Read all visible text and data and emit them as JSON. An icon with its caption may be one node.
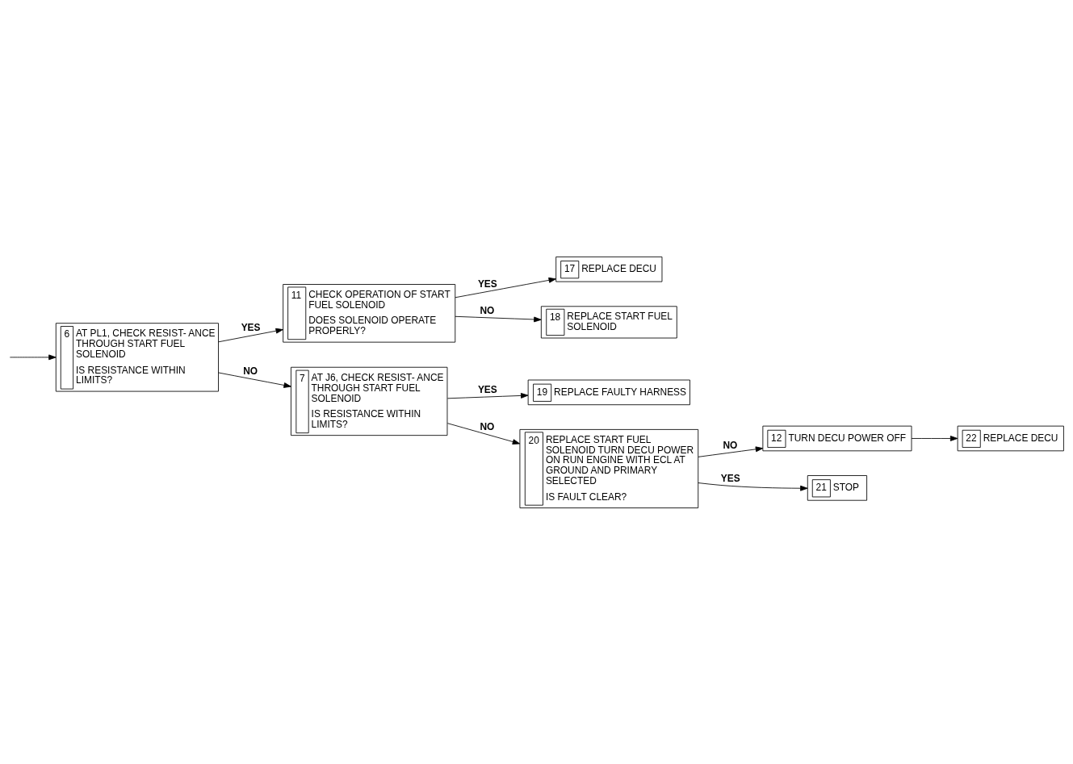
{
  "diagram": {
    "nodes": [
      {
        "text": [
          "6",
          "AT PL1, CHECK RESIST- ANCE THROUGH START FUEL SOLENOID",
          "IS RESISTANCE WITHIN LIMITS?"
        ]
      },
      {
        "text": [
          "11",
          "CHECK OPERATION OF START FUEL SOLENOID",
          "DOES SOLENOID OPERATE PROPERLY?"
        ]
      },
      {
        "text": [
          "17",
          "REPLACE DECU"
        ]
      },
      {
        "text": [
          "18",
          "REPLACE START FUEL SOLENOID"
        ]
      },
      {
        "text": [
          "7",
          "AT J6, CHECK RESIST- ANCE THROUGH START FUEL SOLENOID",
          "IS RESISTANCE WITHIN LIMITS?"
        ]
      },
      {
        "text": [
          "19",
          "REPLACE FAULTY HARNESS"
        ]
      },
      {
        "text": [
          "20",
          "REPLACE START FUEL SOLENOID TURN DECU POWER ON RUN ENGINE WITH ECL AT GROUND AND PRIMARY SELECTED",
          "IS FAULT CLEAR?"
        ]
      },
      {
        "text": [
          "12",
          "TURN DECU POWER OFF"
        ]
      },
      {
        "text": [
          "21",
          "STOP"
        ]
      },
      {
        "text": [
          "22",
          "REPLACE DECU"
        ]
      }
    ],
    "edges": [
      {
        "from": null,
        "to": 0,
        "arrow": "to"
      },
      {
        "from": 0,
        "to": 1,
        "arrow": "to",
        "label": "YES"
      },
      {
        "from": 0,
        "to": 4,
        "arrow": "to",
        "label": "NO"
      },
      {
        "from": 1,
        "to": 2,
        "arrow": "to",
        "label": "YES"
      },
      {
        "from": 1,
        "to": 3,
        "arrow": "to",
        "label": "NO"
      },
      {
        "from": 4,
        "to": 5,
        "arrow": "to",
        "label": "YES"
      },
      {
        "from": 4,
        "to": 6,
        "arrow": "to",
        "label": "NO"
      },
      {
        "from": 6,
        "to": 7,
        "arrow": "to",
        "label": "NO"
      },
      {
        "from": 6,
        "to": 8,
        "arrow": "to",
        "label": "YES"
      },
      {
        "from": 7,
        "to": 9,
        "arrow": "to"
      }
    ]
  }
}
